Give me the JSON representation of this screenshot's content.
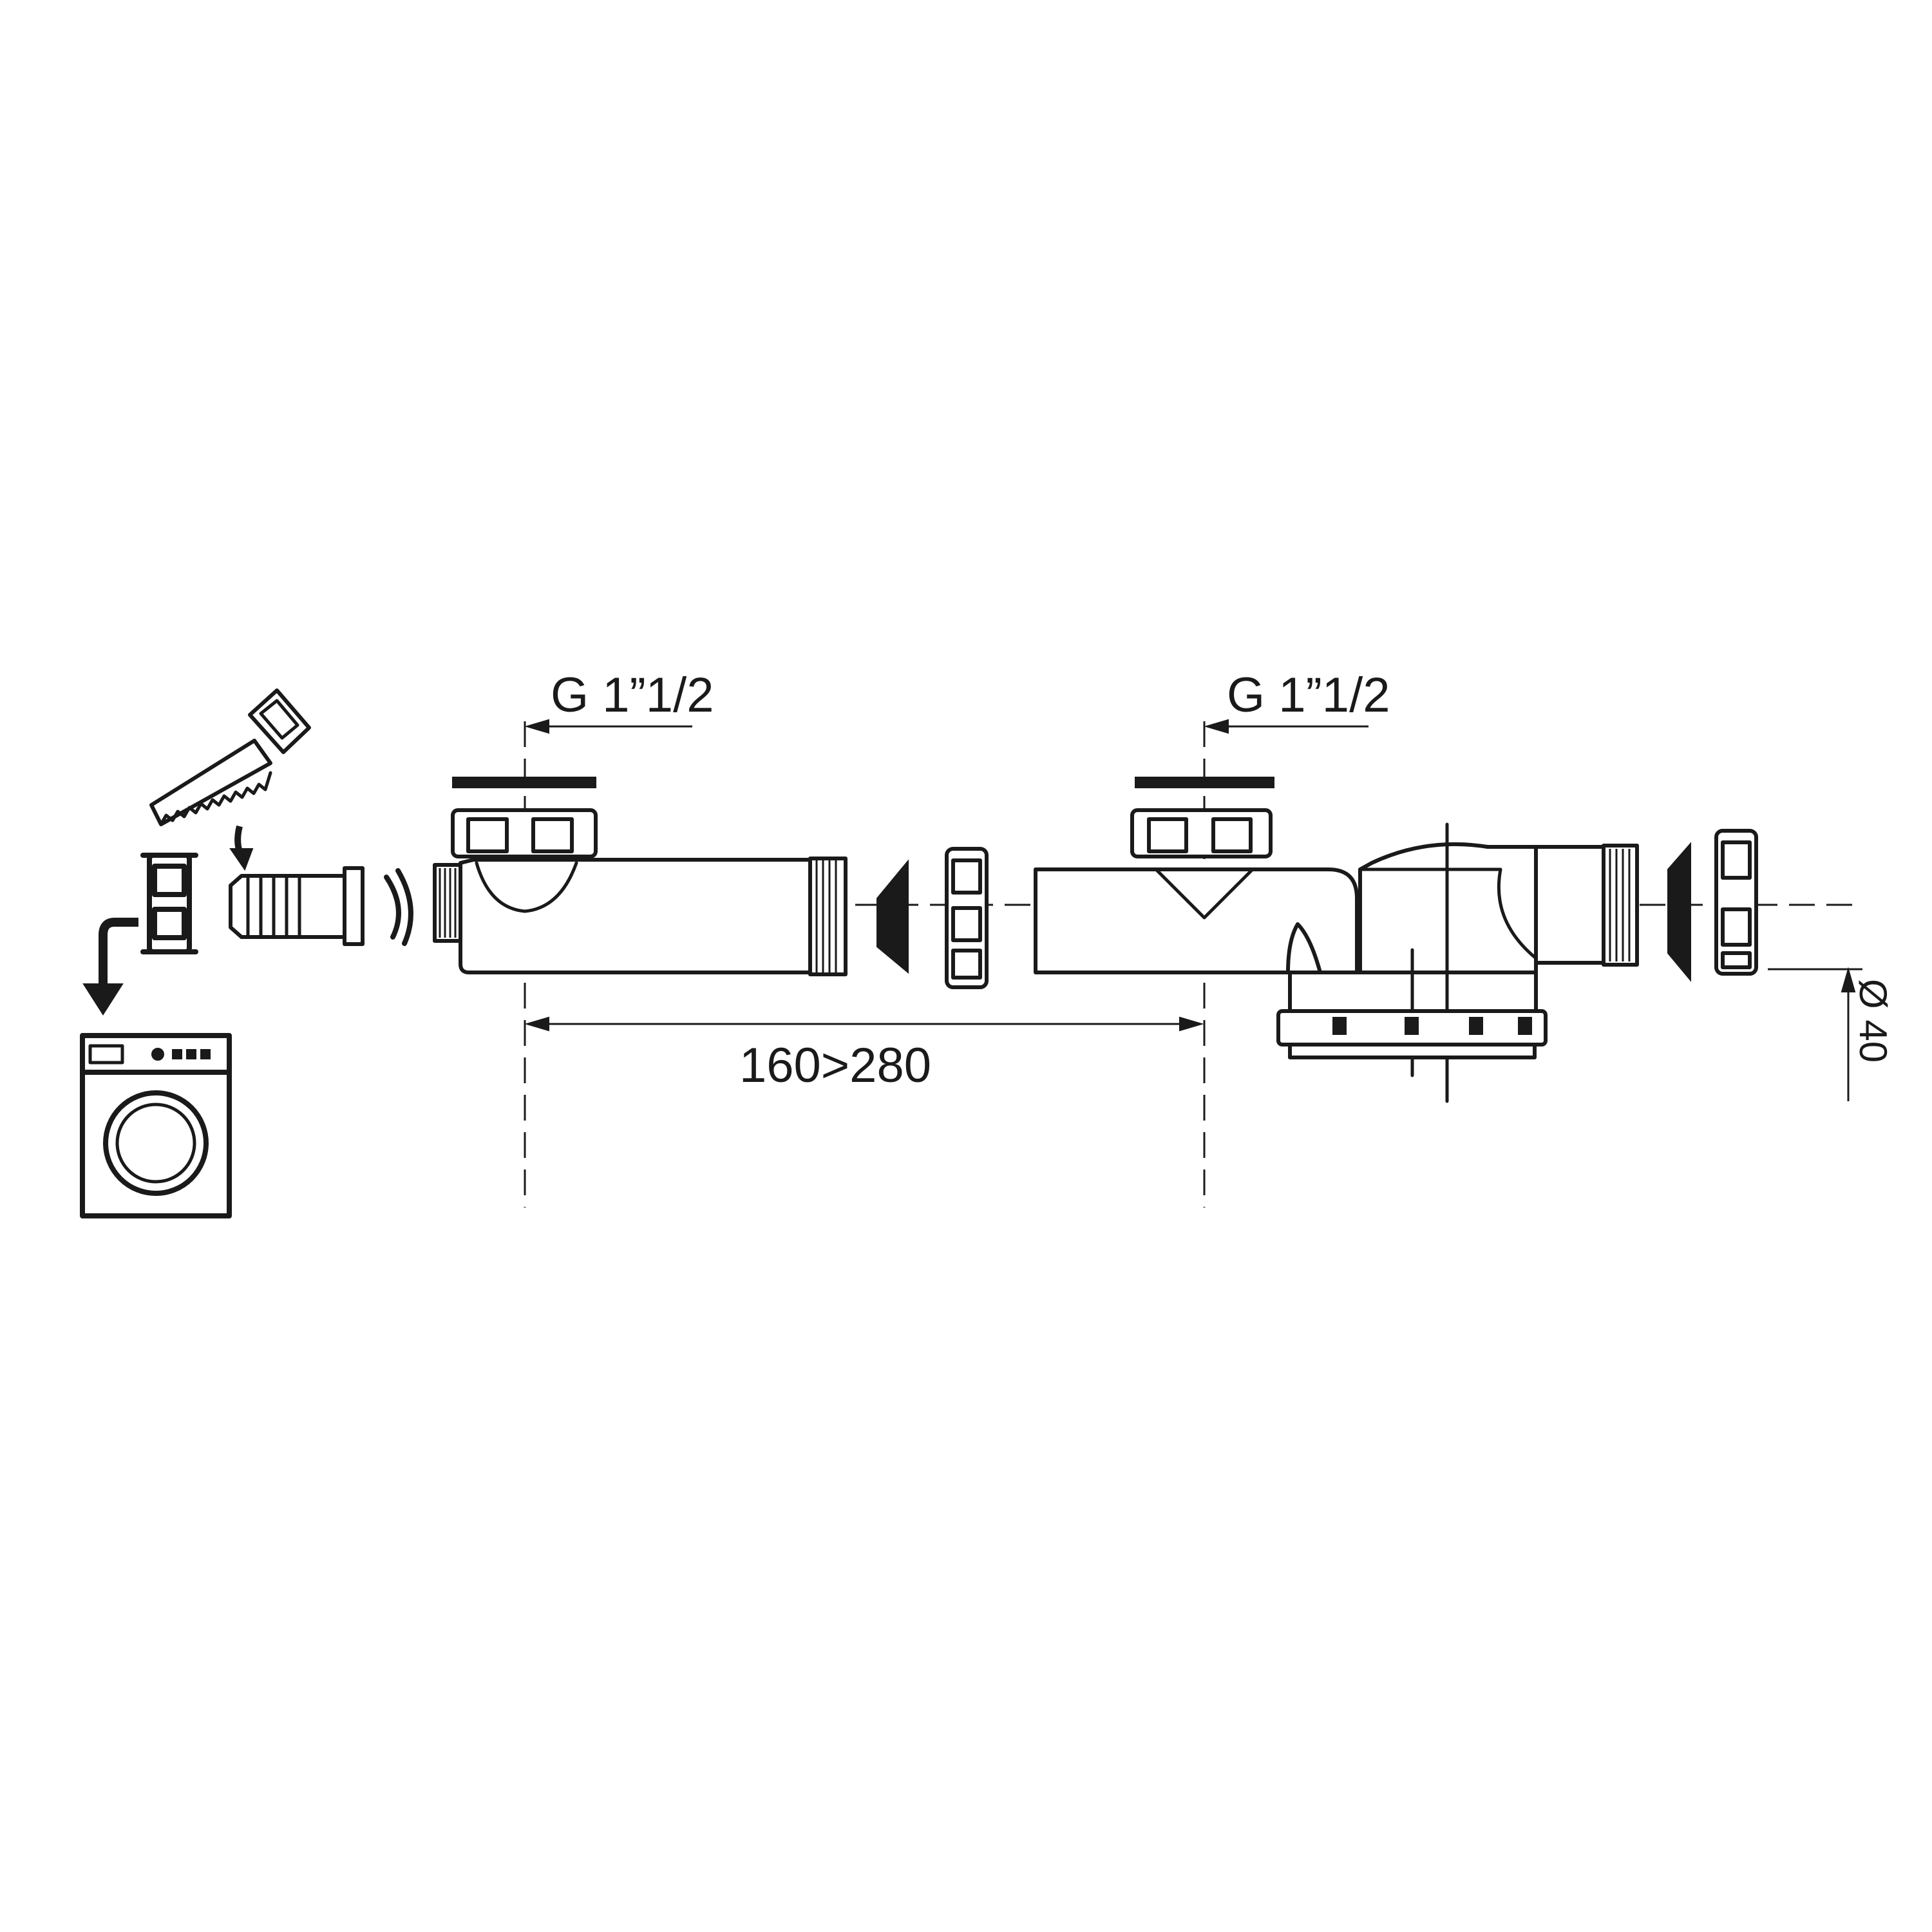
{
  "labels": {
    "thread_left": "G 1”1/2",
    "thread_right": "G 1”1/2",
    "adjust_range": "160>280",
    "diameter": "Ø 40"
  },
  "colors": {
    "line": "#1a1a1a",
    "background": "#ffffff"
  },
  "icons": {
    "saw": "hand-saw-icon",
    "washing_machine": "washing-machine-icon",
    "curved_arrow": "curved-arrow-icon"
  }
}
